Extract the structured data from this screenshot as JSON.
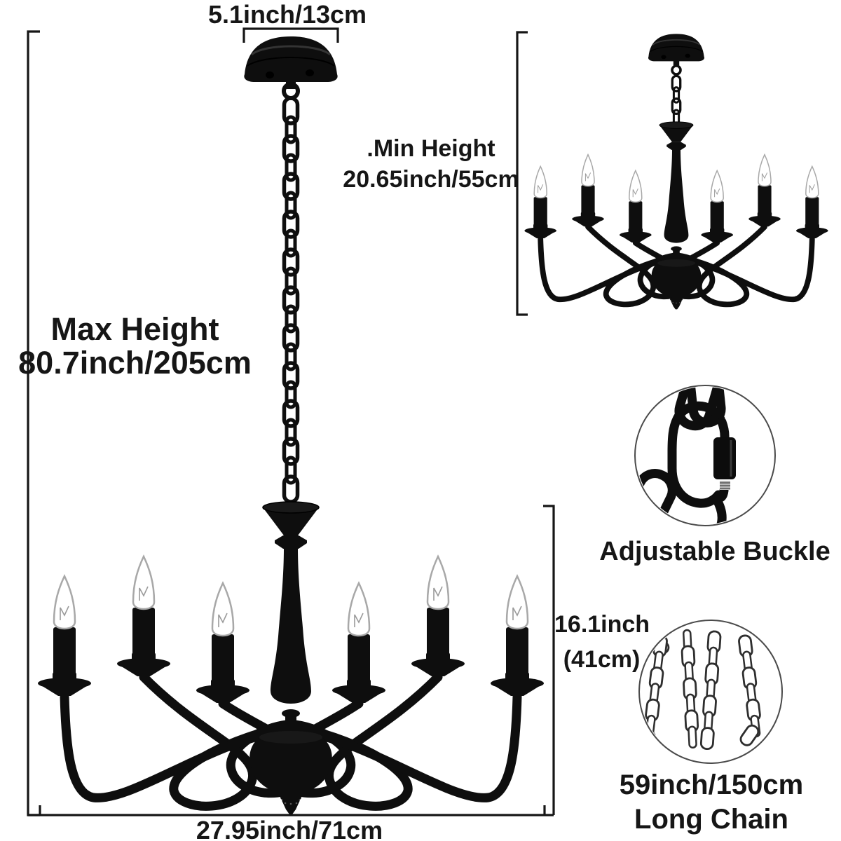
{
  "labels": {
    "canopy_width": "5.1inch/13cm",
    "min_height_line1": ".Min Height",
    "min_height_line2": "20.65inch/55cm",
    "max_height_line1": "Max Height",
    "max_height_line2": "80.7inch/205cm",
    "buckle": "Adjustable Buckle",
    "fixture_height_line1": "16.1inch",
    "fixture_height_line2": "(41cm)",
    "chain_line1": "59inch/150cm",
    "chain_line2": "Long Chain",
    "fixture_width": "27.95inch/71cm"
  },
  "colors": {
    "ink": "#161616",
    "fixture_black": "#0e0e0e",
    "background": "#ffffff",
    "circle_outline": "#4a4a4a"
  },
  "product": {
    "type": "6-light black candle chandelier",
    "views": [
      "max-height extended view",
      "min-height compact view",
      "adjustable buckle closeup",
      "long chain closeup"
    ]
  }
}
